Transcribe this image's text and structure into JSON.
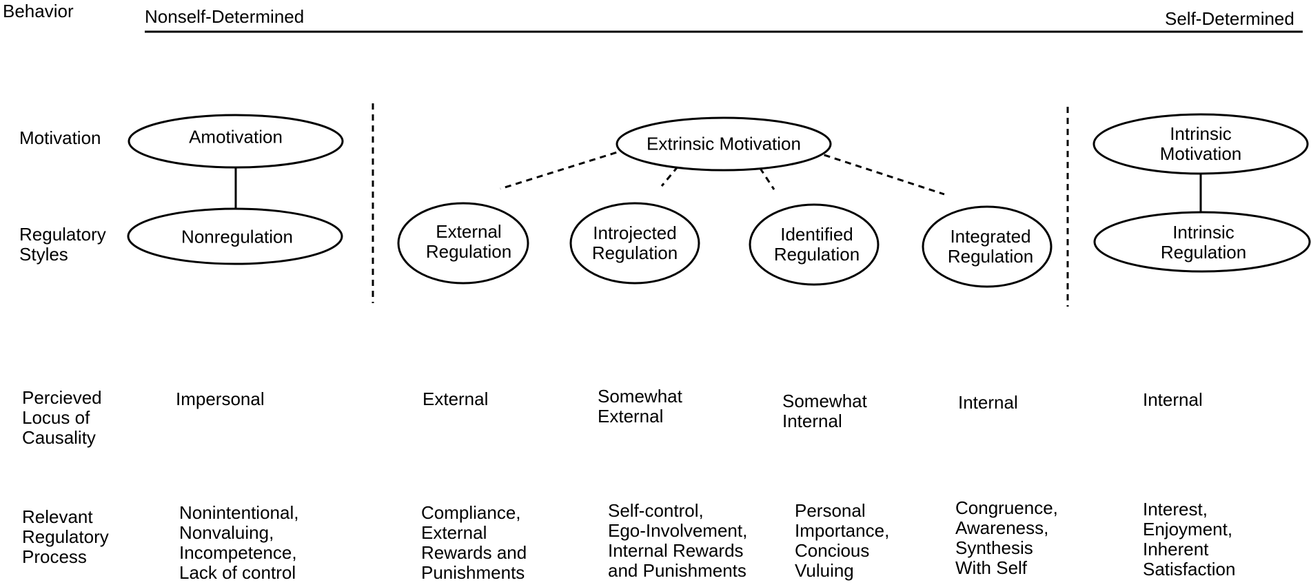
{
  "header": {
    "behavior": "Behavior",
    "left_end": "Nonself-Determined",
    "right_end": "Self-Determined"
  },
  "row_labels": {
    "motivation": "Motivation",
    "regulatory_styles": "Regulatory\nStyles",
    "locus": "Percieved\nLocus of\nCausality",
    "process": "Relevant\nRegulatory\nProcess"
  },
  "motivation_nodes": {
    "amotivation": "Amotivation",
    "extrinsic": "Extrinsic Motivation",
    "intrinsic": "Intrinsic Motivation"
  },
  "regulation_nodes": {
    "nonregulation": "Nonregulation",
    "external": "External\nRegulation",
    "introjected": "Introjected\nRegulation",
    "identified": "Identified\nRegulation",
    "integrated": "Integrated\nRegulation",
    "intrinsic": "Intrinsic Regulation"
  },
  "locus": {
    "impersonal": "Impersonal",
    "external": "External",
    "somewhat_external": "Somewhat\nExternal",
    "somewhat_internal": "Somewhat\nInternal",
    "internal_integrated": "Internal",
    "internal_intrinsic": "Internal"
  },
  "process": {
    "amotivation": "Nonintentional,\nNonvaluing,\nIncompetence,\nLack of control",
    "external": "Compliance,\nExternal\nRewards and\nPunishments",
    "introjected": "Self-control,\nEgo-Involvement,\nInternal Rewards\nand Punishments",
    "identified": "Personal\nImportance,\nConcious\nVuluing",
    "integrated": "Congruence,\nAwareness,\nSynthesis\nWith Self",
    "intrinsic": "Interest,\nEnjoyment,\nInherent\nSatisfaction"
  }
}
